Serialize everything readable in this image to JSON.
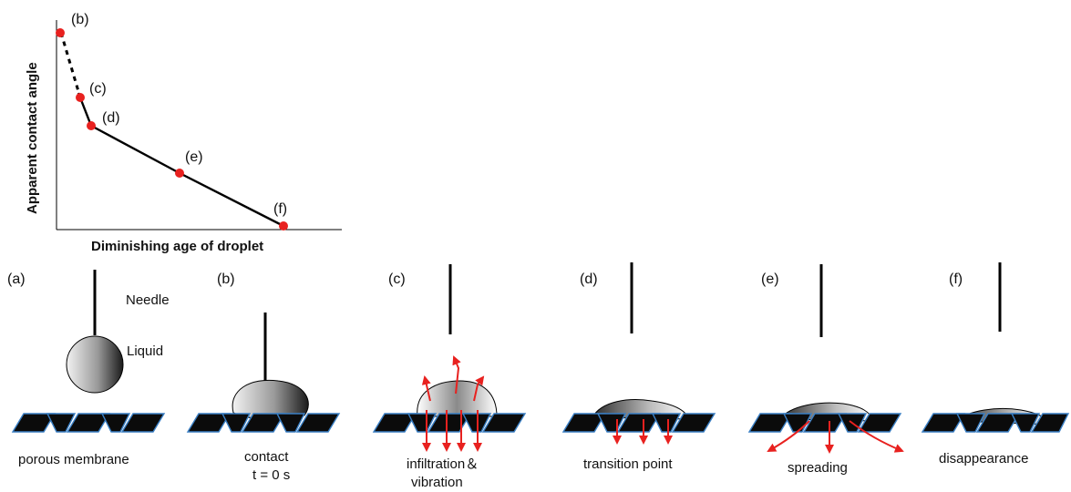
{
  "graph": {
    "ylabel": "Apparent contact angle",
    "xlabel": "Diminishing age of droplet",
    "point_labels": [
      "(b)",
      "(c)",
      "(d)",
      "(e)",
      "(f)"
    ]
  },
  "panels": [
    {
      "id": "a",
      "label": "(a)",
      "caption": [
        "porous membrane"
      ],
      "notes": [
        "Needle",
        "Liquid"
      ]
    },
    {
      "id": "b",
      "label": "(b)",
      "caption": [
        "contact",
        "t = 0 s"
      ],
      "notes": []
    },
    {
      "id": "c",
      "label": "(c)",
      "caption": [
        "infiltration＆",
        "vibration"
      ],
      "notes": []
    },
    {
      "id": "d",
      "label": "(d)",
      "caption": [
        "transition point"
      ],
      "notes": []
    },
    {
      "id": "e",
      "label": "(e)",
      "caption": [
        "spreading"
      ],
      "notes": []
    },
    {
      "id": "f",
      "label": "(f)",
      "caption": [
        "disappearance"
      ],
      "notes": []
    }
  ],
  "colors": {
    "point": "#e8211f",
    "arrow": "#e8211f",
    "membrane_fill": "#0b0b0b",
    "membrane_stroke": "#3a7fc4",
    "line": "#000000"
  }
}
